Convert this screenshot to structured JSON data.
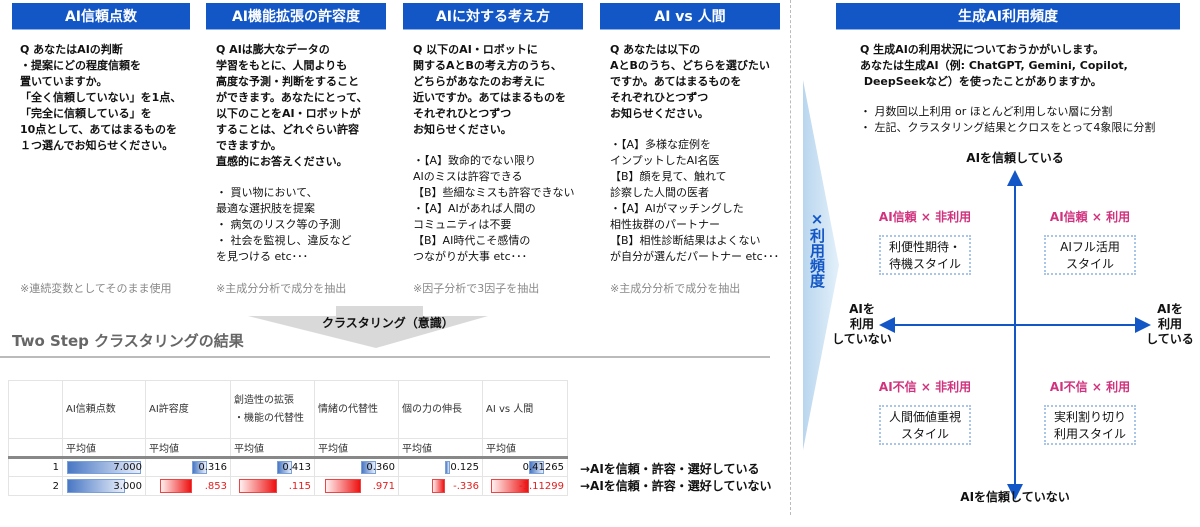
{
  "columns": [
    {
      "title": "AI信頼点数",
      "question": "Q あなたはAIの判断\n・提案にどの程度信頼を\n置いていますか。\n「全く信頼していない」を1点、\n「完全に信頼している」を\n10点として、あてはまるものを\n１つ選んでお知らせください。",
      "bullets": "",
      "note": "※連続変数としてそのまま使用"
    },
    {
      "title": "AI機能拡張の許容度",
      "question": "Q AIは膨大なデータの\n学習をもとに、人間よりも\n高度な予測・判断をすること\nができます。あなたにとって、\n以下のことをAI・ロボットが\nすることは、どれぐらい許容\nできますか。\n直感的にお答えください。",
      "bullets": "・ 買い物において、\n最適な選択肢を提案\n・ 病気のリスク等の予測\n・ 社会を監視し、違反など\nを見つける etc･･･",
      "note": "※主成分分析で成分を抽出"
    },
    {
      "title": "AIに対する考え方",
      "question": "Q 以下のAI・ロボットに\n関するAとBの考え方のうち、\nどちらがあなたのお考えに\n近いですか。あてはまるものを\nそれぞれひとつずつ\nお知らせください。",
      "bullets": "・【A】致命的でない限り\nAIのミスは許容できる\n【B】些細なミスも許容できない\n・【A】AIがあれば人間の\nコミュニティは不要\n【B】AI時代こそ感情の\nつながりが大事 etc･･･",
      "note": "※因子分析で3因子を抽出"
    },
    {
      "title": "AI vs  人間",
      "question": "Q あなたは以下の\nAとBのうち、どちらを選びたい\nですか。あてはまるものを\nそれぞれひとつずつ\nお知らせください。",
      "bullets": "・【A】多様な症例を\nインプットしたAI名医\n【B】顔を見て、触れて\n診察した人間の医者\n・【A】AIがマッチングした\n相性抜群のパートナー\n【B】相性診断結果はよくない\nが自分が選んだパートナー etc･･･",
      "note": "※主成分分析で成分を抽出"
    }
  ],
  "clustering_label": "クラスタリング（意識）",
  "results_title": "Two Step クラスタリングの結果",
  "table": {
    "headers": [
      "AI信頼点数",
      "AI許容度",
      "創造性の拡張\n・機能の代替性",
      "情緒の代替性",
      "個の力の伸長",
      "AI vs 人間"
    ],
    "sub": "平均値",
    "rows": [
      {
        "id": "1",
        "values": [
          "7.000",
          "0.316",
          "0.413",
          "0.360",
          "0.125",
          "0.41265"
        ],
        "fill": [
          0.95,
          0.4,
          0.4,
          0.4,
          0.15,
          0.4
        ],
        "label": "→AIを信頼・許容・選好している"
      },
      {
        "id": "2",
        "values": [
          "3.000",
          ".853",
          ".115",
          ".971",
          "-.336",
          "-1.11299"
        ],
        "fill": [
          0.75,
          -0.85,
          -1.0,
          -0.95,
          -0.35,
          -1.0
        ],
        "label": "→AIを信頼・許容・選好していない"
      }
    ]
  },
  "freq_label": "×利用頻度",
  "right": {
    "title": "生成AI利用頻度",
    "question": "Q 生成AIの利用状況についておうかがいします。\nあなたは生成AI（例: ChatGPT, Gemini, Copilot,\n DeepSeekなど）を使ったことがありますか。",
    "bullets": "・ 月数回以上利用 or ほとんど利用しない層に分割\n・ 左記、クラスタリング結果とクロスをとって4象限に分割",
    "axis_top": "AIを信頼している",
    "axis_bottom": "AIを信頼していない",
    "axis_left": "AIを\n利用\nしていない",
    "axis_right": "AIを\n利用\nしている",
    "quadrants": [
      {
        "label": "AI信頼 × 非利用",
        "style": "利便性期待・\n待機スタイル"
      },
      {
        "label": "AI信頼 × 利用",
        "style": "AIフル活用\nスタイル"
      },
      {
        "label": "AI不信 × 非利用",
        "style": "人間価値重視\nスタイル"
      },
      {
        "label": "AI不信 × 利用",
        "style": "実利割り切り\n利用スタイル"
      }
    ]
  },
  "colors": {
    "header": "#1356c6",
    "pink": "#d1327d",
    "pos": "#4a78c4",
    "neg": "#ee1111"
  }
}
